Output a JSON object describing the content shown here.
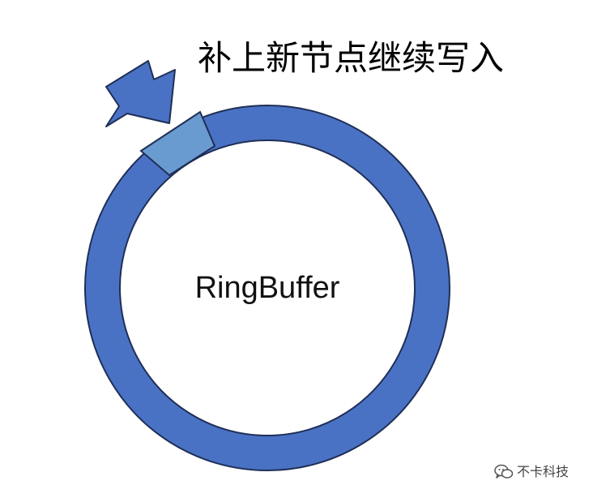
{
  "diagram": {
    "annotation": "补上新节点继续写入",
    "center_label": "RingBuffer"
  },
  "watermark": {
    "text": "不卡科技",
    "icon": "wechat-icon"
  },
  "colors": {
    "ring_fill": "#4a72c4",
    "ring_stroke": "#1f2f57",
    "new_node_fill": "#6a9bd0",
    "arrow_fill": "#4a72c4",
    "background": "#ffffff",
    "text": "#000000"
  }
}
